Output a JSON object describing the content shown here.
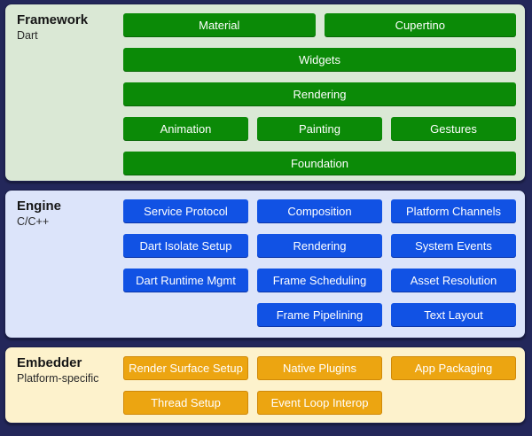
{
  "colors": {
    "canvas_bg": "#23275a",
    "framework_bg": "#dae8d5",
    "framework_box": "#0b8a07",
    "engine_bg": "#dce4fa",
    "engine_box": "#1152e4",
    "embedder_bg": "#fdf2cc",
    "embedder_box": "#eca511",
    "box_text": "#ffffff",
    "label_text": "#161616"
  },
  "framework": {
    "title": "Framework",
    "subtitle": "Dart",
    "boxes": {
      "material": "Material",
      "cupertino": "Cupertino",
      "widgets": "Widgets",
      "rendering": "Rendering",
      "animation": "Animation",
      "painting": "Painting",
      "gestures": "Gestures",
      "foundation": "Foundation"
    }
  },
  "engine": {
    "title": "Engine",
    "subtitle": "C/C++",
    "boxes": {
      "service_protocol": "Service Protocol",
      "composition": "Composition",
      "platform_channels": "Platform Channels",
      "dart_isolate_setup": "Dart Isolate Setup",
      "rendering": "Rendering",
      "system_events": "System Events",
      "dart_runtime_mgmt": "Dart Runtime Mgmt",
      "frame_scheduling": "Frame Scheduling",
      "asset_resolution": "Asset Resolution",
      "frame_pipelining": "Frame Pipelining",
      "text_layout": "Text Layout"
    }
  },
  "embedder": {
    "title": "Embedder",
    "subtitle": "Platform-specific",
    "boxes": {
      "render_surface_setup": "Render Surface Setup",
      "native_plugins": "Native Plugins",
      "app_packaging": "App Packaging",
      "thread_setup": "Thread Setup",
      "event_loop_interop": "Event Loop Interop"
    }
  }
}
